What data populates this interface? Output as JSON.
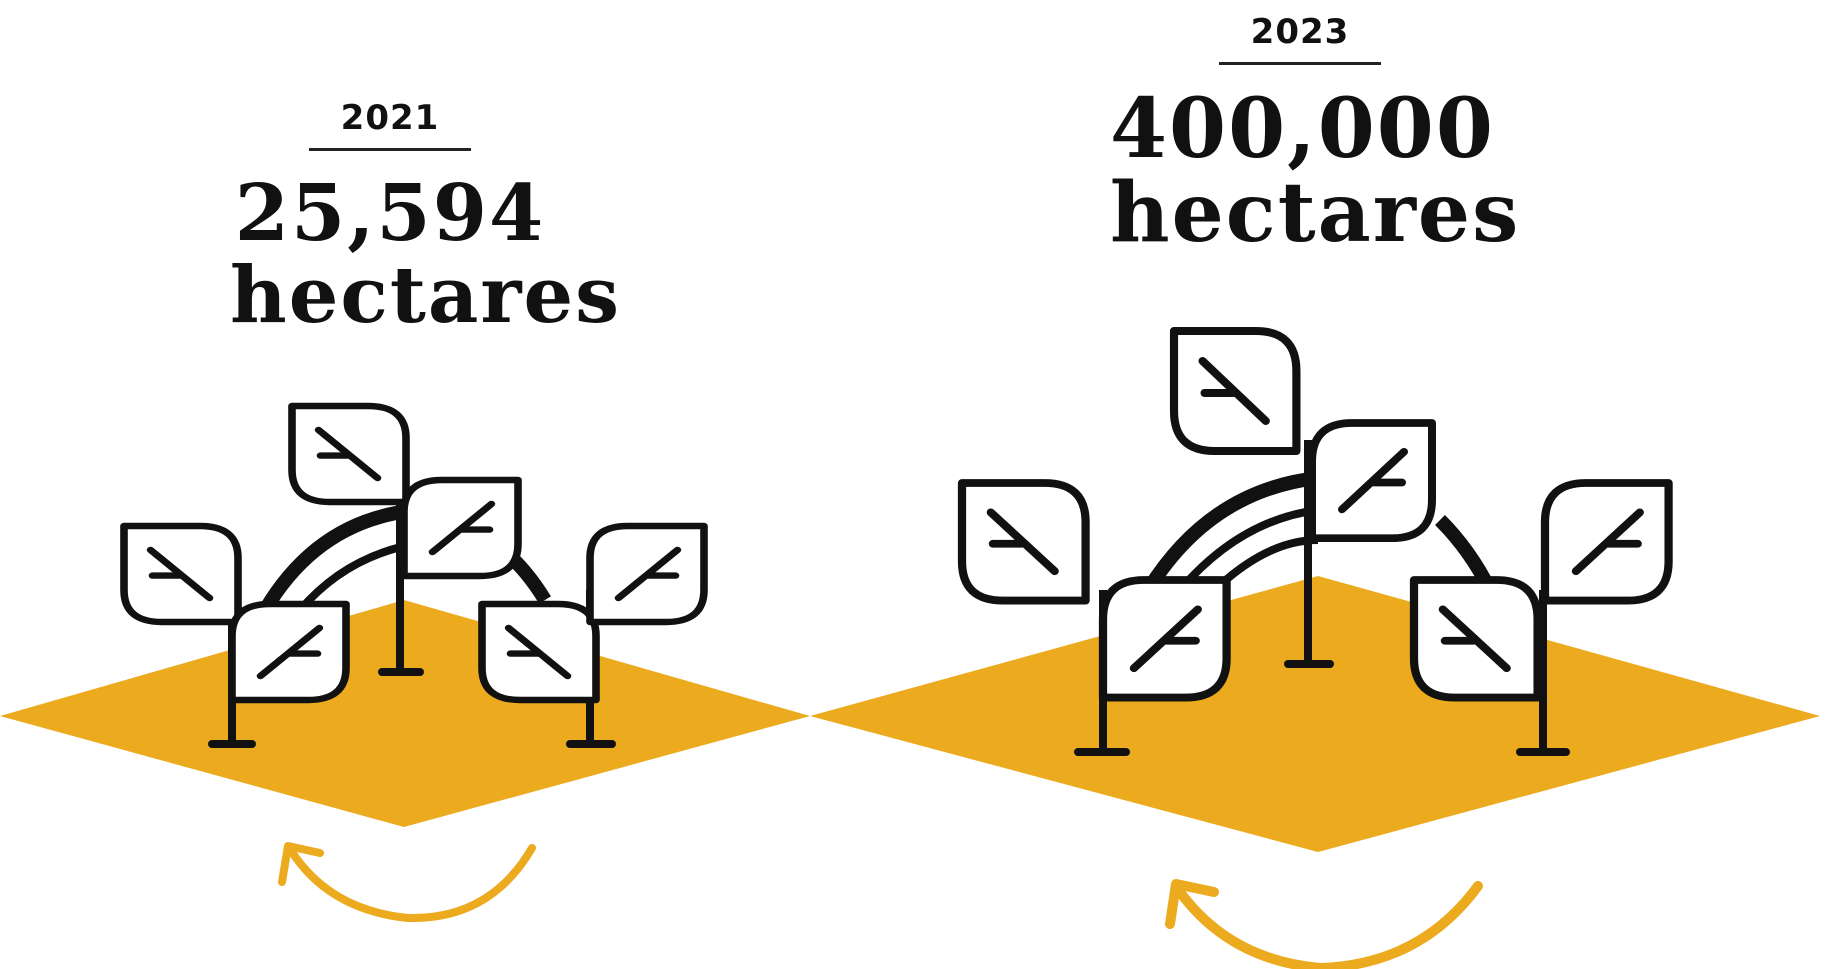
{
  "left_panel": {
    "year": "2021",
    "value": "25,594",
    "unit": "hectares"
  },
  "right_panel": {
    "year": "2023",
    "value": "400,000",
    "unit": "hectares"
  },
  "colors": {
    "ground": "#ECAA1E",
    "ink": "#111111",
    "arrow": "#ECAA1E",
    "leaf_fill": "#ffffff"
  },
  "icons": [
    "seedling-plant-icon",
    "rotation-arrow-icon",
    "land-plot-icon"
  ]
}
